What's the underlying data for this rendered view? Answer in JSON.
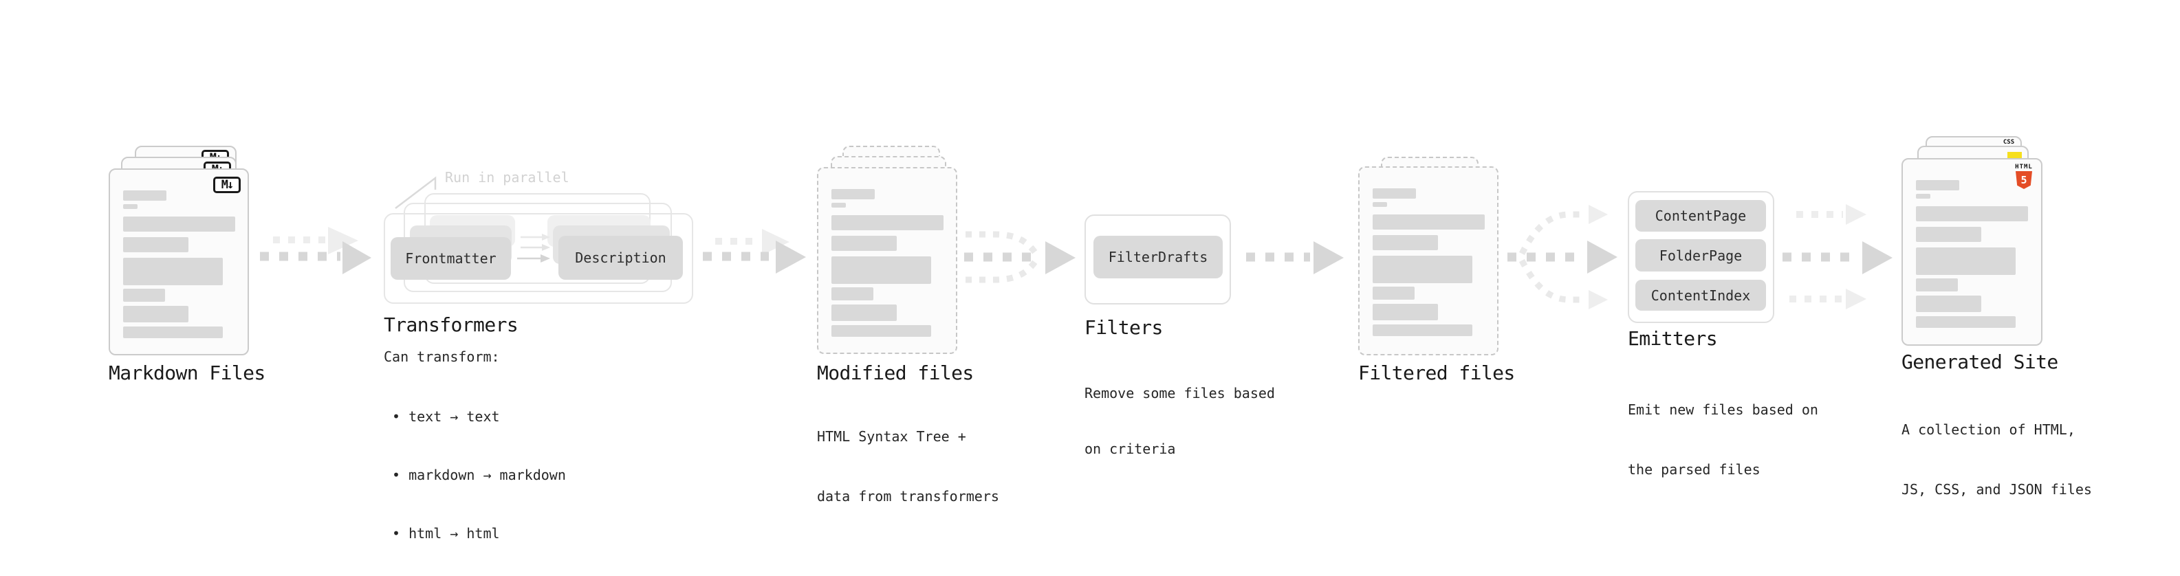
{
  "stages": {
    "markdown_files": {
      "title": "Markdown Files"
    },
    "transformers": {
      "title": "Transformers",
      "annotation": "Run in parallel",
      "nodes": {
        "frontmatter": "Frontmatter",
        "description": "Description"
      },
      "body_heading": "Can transform:",
      "bullets": [
        "• text → text",
        "• markdown → markdown",
        "• html → html"
      ]
    },
    "modified_files": {
      "title": "Modified files",
      "subtitle_lines": [
        "HTML Syntax Tree +",
        "data from transformers"
      ]
    },
    "filters": {
      "title": "Filters",
      "nodes": {
        "filter_drafts": "FilterDrafts"
      },
      "subtitle_lines": [
        "Remove some files based",
        "on criteria"
      ]
    },
    "filtered_files": {
      "title": "Filtered files"
    },
    "emitters": {
      "title": "Emitters",
      "nodes": {
        "content_page": "ContentPage",
        "folder_page": "FolderPage",
        "content_index": "ContentIndex"
      },
      "subtitle_lines": [
        "Emit new files based on",
        "the parsed files"
      ]
    },
    "generated_site": {
      "title": "Generated Site",
      "subtitle_lines": [
        "A collection of HTML,",
        "JS, CSS, and JSON files"
      ]
    }
  },
  "icons": {
    "markdown": {
      "glyph": "M↓"
    },
    "html5": {
      "label": "HTML",
      "number": "5",
      "color": "#e44d26"
    },
    "js": {
      "color": "#f6df1d"
    },
    "css": {
      "label": "CSS",
      "color": "#2160f3"
    }
  },
  "colors": {
    "arrow_dark": "#d7d7d7",
    "arrow_light": "#ededed",
    "skeleton_bar": "#d9d9d9",
    "node_fill": "#dadada",
    "title_text": "#1a1a1a",
    "body_text": "#262626"
  }
}
